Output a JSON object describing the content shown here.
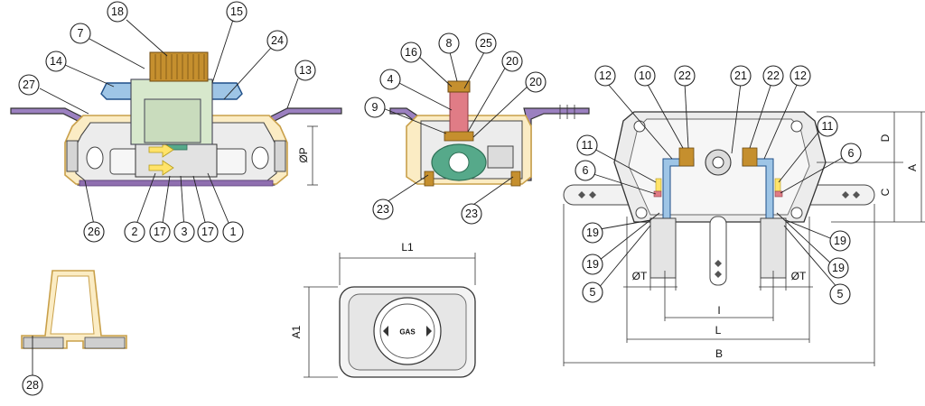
{
  "colors": {
    "housing": "#fbecc4",
    "housing_stroke": "#c9a04a",
    "panel": "#8f6fb0",
    "panel_fill": "#9b80c0",
    "gray_body": "#ececec",
    "dark_gray": "#9c9c9c",
    "knob_green": "#d7e8cc",
    "cap_blue": "#9ec5e6",
    "accent_red": "#e07c86",
    "accent_green": "#56a98a",
    "accent_yellow": "#ffe36a",
    "brass": "#c58f2e"
  },
  "callouts": {
    "left_view": [
      "18",
      "15",
      "7",
      "24",
      "14",
      "13",
      "27",
      "26",
      "2",
      "17",
      "3",
      "17",
      "1"
    ],
    "middle_view": [
      "16",
      "8",
      "25",
      "4",
      "20",
      "20",
      "9",
      "23",
      "23"
    ],
    "right_view": [
      "12",
      "10",
      "22",
      "21",
      "22",
      "12",
      "11",
      "11",
      "6",
      "6",
      "19",
      "19",
      "19",
      "19",
      "5",
      "5"
    ],
    "detail": [
      "28"
    ]
  },
  "dimensions": {
    "phi_p": "ØP",
    "L1": "L1",
    "A1": "A1",
    "A": "A",
    "D": "D",
    "C": "C",
    "phi_t_left": "ØT",
    "phi_t_right": "ØT",
    "I": "I",
    "L": "L",
    "B": "B"
  },
  "faceplate_text": "GAS"
}
